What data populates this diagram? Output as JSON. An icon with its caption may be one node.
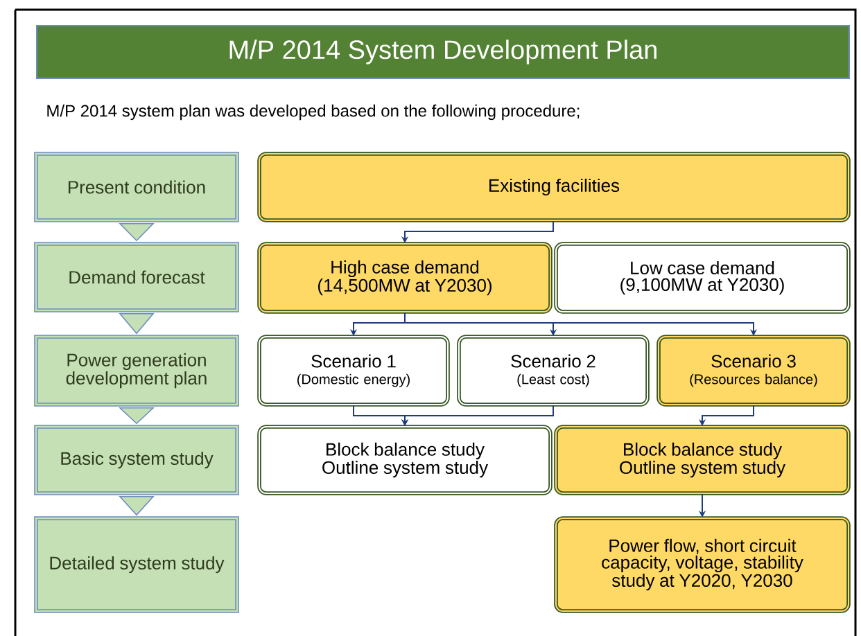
{
  "diagram": {
    "title": "M/P 2014 System Development Plan",
    "nodes": [
      {
        "text": [
          "Present condition"
        ]
      },
      {
        "text": [
          "Demand forecast"
        ]
      },
      {
        "text": [
          "Power generation development plan"
        ]
      },
      {
        "text": [
          "Basic system study"
        ]
      },
      {
        "text": [
          "Detailed system study"
        ]
      },
      {
        "text": [
          "Existing facilities"
        ]
      },
      {
        "text": [
          "High case demand (14,500MW at Y2030)"
        ]
      },
      {
        "text": [
          "Low case demand (9,100MW at Y2030)"
        ]
      },
      {
        "text": [
          "Scenario 1",
          "(Domestic energy)"
        ]
      },
      {
        "text": [
          "Scenario 2",
          "(Least cost)"
        ]
      },
      {
        "text": [
          "Scenario 3",
          "(Resources balance)"
        ]
      },
      {
        "text": [
          "Block balance study Outline system study"
        ]
      },
      {
        "text": [
          "Block balance study Outline system study"
        ]
      },
      {
        "text": [
          "Power flow, short circuit capacity, voltage, stability study at Y2020, Y2030"
        ]
      }
    ],
    "edges": [
      {
        "from": 0,
        "to": 1,
        "arrow": "to"
      },
      {
        "from": 1,
        "to": 2,
        "arrow": "to"
      },
      {
        "from": 2,
        "to": 3,
        "arrow": "to"
      },
      {
        "from": 3,
        "to": 4,
        "arrow": "to"
      },
      {
        "from": 5,
        "to": 6,
        "arrow": "to"
      },
      {
        "from": 6,
        "to": 8,
        "arrow": "to"
      },
      {
        "from": 6,
        "to": 9,
        "arrow": "to"
      },
      {
        "from": 6,
        "to": 10,
        "arrow": "to"
      },
      {
        "from": 8,
        "to": 11,
        "arrow": "to"
      },
      {
        "from": 9,
        "to": 11,
        "arrow": "to"
      },
      {
        "from": 10,
        "to": 12,
        "arrow": "to"
      },
      {
        "from": 12,
        "to": 13,
        "arrow": "to"
      }
    ],
    "labels": [
      "M/P 2014 system plan was developed based on the following procedure;"
    ]
  }
}
